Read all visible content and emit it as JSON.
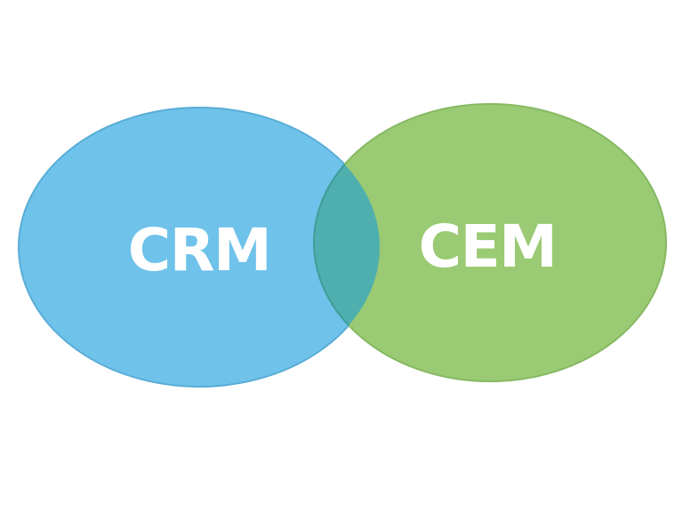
{
  "diagram": {
    "type": "venn",
    "background_color": "#ffffff",
    "label_color": "#ffffff",
    "sets": [
      {
        "id": "crm",
        "label": "CRM",
        "fill": "#6FC2EA",
        "stroke": "#59ADD6"
      },
      {
        "id": "cem",
        "label": "CEM",
        "fill": "#9ACA73",
        "stroke": "#86B963"
      }
    ],
    "overlap": {
      "description": "intersection of CRM and CEM",
      "fill": "#4EAFAE",
      "stroke": "#3E9D9C"
    }
  }
}
